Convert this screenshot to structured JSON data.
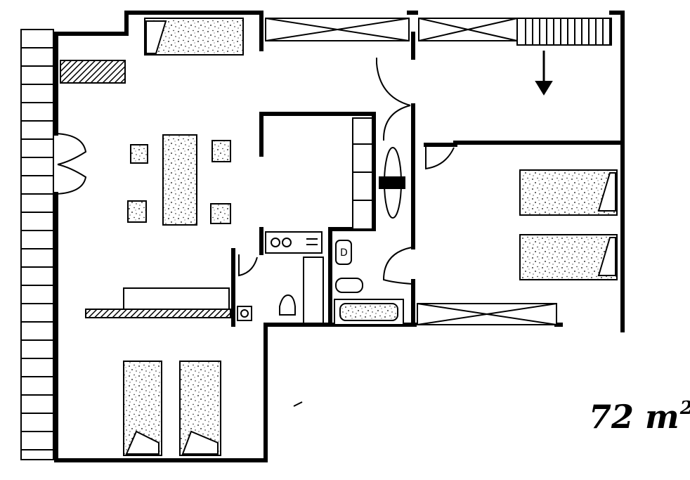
{
  "floorplan": {
    "area_value": "72",
    "area_unit": "m",
    "area_superscript": "2",
    "ink_color": "#000000",
    "background_color": "#ffffff"
  }
}
